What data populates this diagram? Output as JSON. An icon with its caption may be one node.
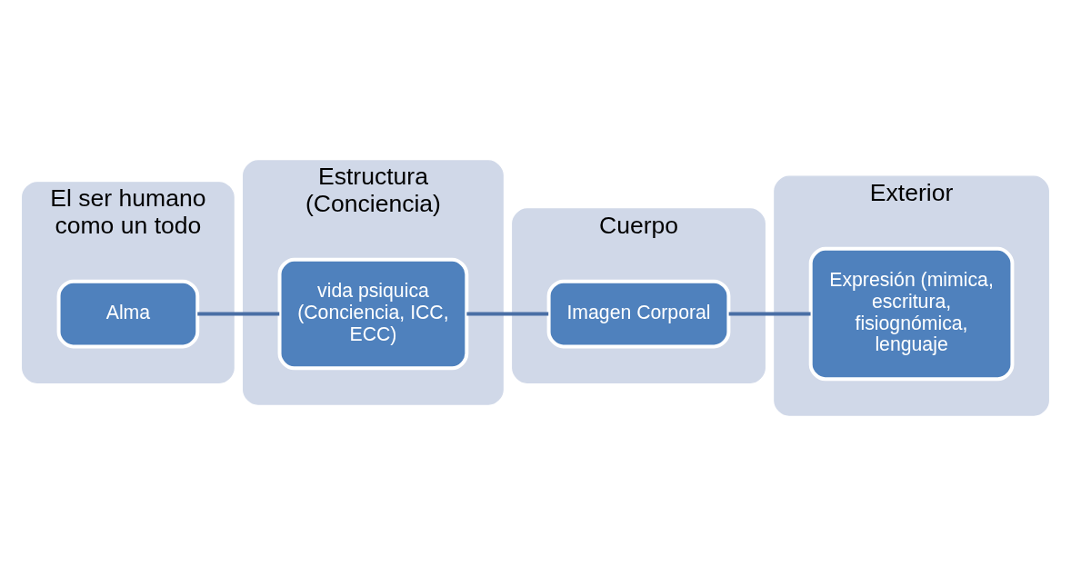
{
  "diagram": {
    "nodes": [
      {
        "text": [
          "El ser humano como un todo"
        ]
      },
      {
        "text": [
          "Alma"
        ],
        "in": 0
      },
      {
        "text": [
          "Estructura (Conciencia)"
        ]
      },
      {
        "text": [
          "vida psiquica (Conciencia, ICC, ECC)"
        ],
        "in": 2
      },
      {
        "text": [
          "Cuerpo"
        ]
      },
      {
        "text": [
          "Imagen Corporal"
        ],
        "in": 4
      },
      {
        "text": [
          "Exterior"
        ]
      },
      {
        "text": [
          "Expresión (mimica, escritura, fisiognómica, lenguaje"
        ],
        "in": 6
      }
    ],
    "edges": [
      {
        "from": 1,
        "to": 3,
        "arrow": "none"
      },
      {
        "from": 3,
        "to": 5,
        "arrow": "none"
      },
      {
        "from": 5,
        "to": 7,
        "arrow": "none"
      }
    ]
  }
}
